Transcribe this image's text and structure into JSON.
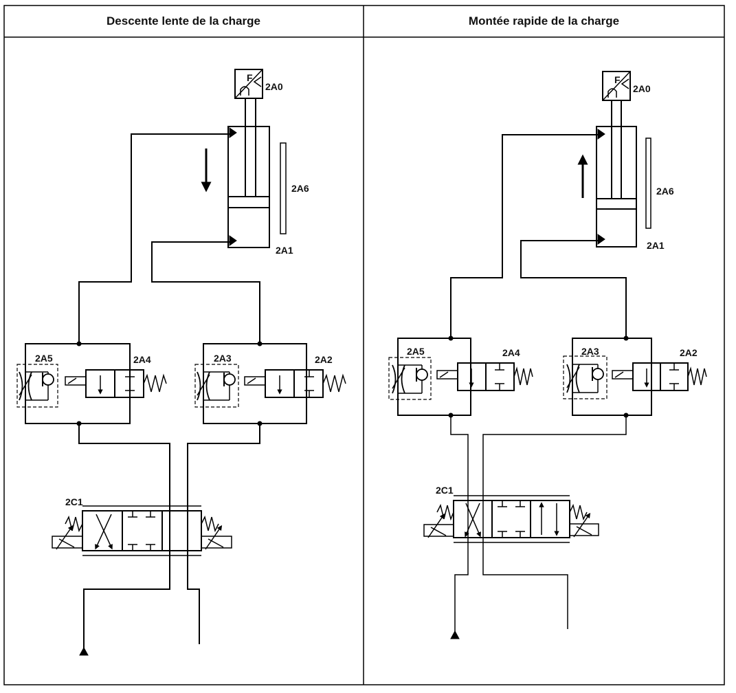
{
  "headers": {
    "left": "Descente lente de la charge",
    "right": "Montée rapide de la charge"
  },
  "labels": {
    "left": {
      "sensor": "2A0",
      "cylinder": "2A1",
      "ruler": "2A6",
      "valve_a4": "2A4",
      "throttle_a5": "2A5",
      "valve_a2": "2A2",
      "throttle_a3": "2A3",
      "distributor": "2C1",
      "sensor_letter": "F"
    },
    "right": {
      "sensor": "2A0",
      "cylinder": "2A1",
      "ruler": "2A6",
      "valve_a4": "2A4",
      "throttle_a5": "2A5",
      "valve_a2": "2A2",
      "throttle_a3": "2A3",
      "distributor": "2C1",
      "sensor_letter": "F"
    }
  },
  "motion": {
    "left": "down",
    "right": "up"
  }
}
